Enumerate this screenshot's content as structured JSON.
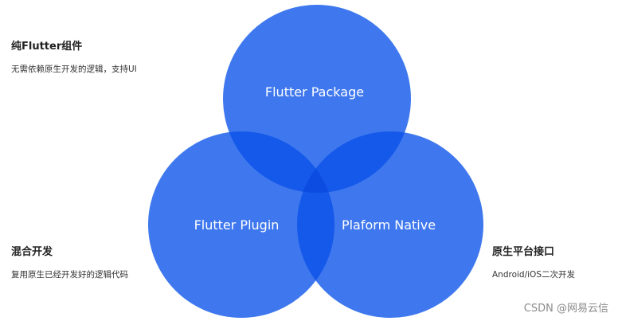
{
  "circles": {
    "package": {
      "label": "Flutter Package"
    },
    "plugin": {
      "label": "Flutter Plugin"
    },
    "native": {
      "label": "Plaform Native"
    }
  },
  "notes": {
    "top_left": {
      "title": "纯Flutter组件",
      "desc": "无需依赖原生开发的逻辑，支持UI"
    },
    "bottom_left": {
      "title": "混合开发",
      "desc": "复用原生已经开发好的逻辑代码"
    },
    "right": {
      "title": "原生平台接口",
      "desc": "Android/iOS二次开发"
    }
  },
  "watermark": "CSDN @网易云信",
  "colors": {
    "circle_fill": "#3f78ee",
    "overlap": "#1559ea",
    "center": "#0d4ce0"
  }
}
